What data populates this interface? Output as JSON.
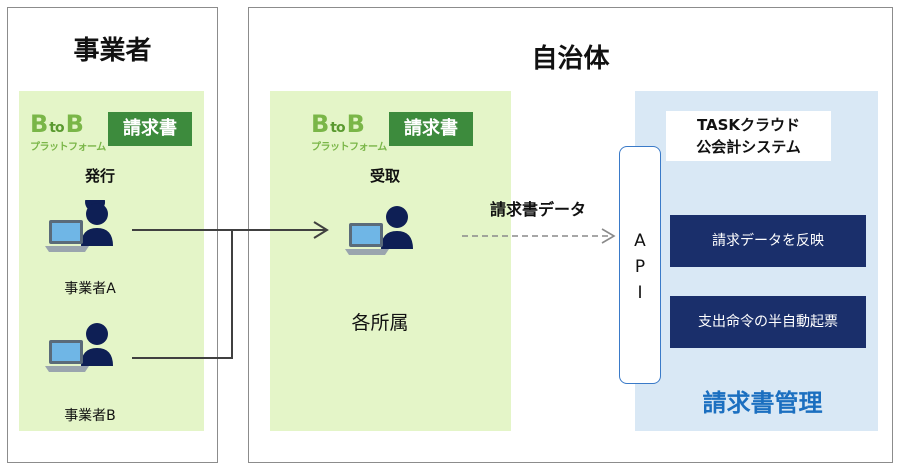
{
  "business": {
    "title": "事業者",
    "logo": {
      "b_left": "B",
      "to": "to",
      "b_right": "B",
      "platform": "プラットフォーム",
      "tag": "請求書"
    },
    "action": "発行",
    "users": [
      "事業者A",
      "事業者B"
    ]
  },
  "municipality": {
    "title": "自治体",
    "logo": {
      "b_left": "B",
      "to": "to",
      "b_right": "B",
      "platform": "プラットフォーム",
      "tag": "請求書"
    },
    "action": "受取",
    "department": "各所属",
    "data_label": "請求書データ",
    "api_letters": [
      "A",
      "P",
      "I"
    ],
    "system": {
      "title_line1": "TASKクラウド",
      "title_line2": "公会計システム",
      "function1": "請求データを反映",
      "function2": "支出命令の半自動起票",
      "management": "請求書管理"
    }
  },
  "colors": {
    "green_area": "#e4f5c8",
    "blue_area": "#d9e8f5",
    "tag_green": "#3d8b3d",
    "navy": "#1a2f6b",
    "management_blue": "#1b6fc0",
    "api_border": "#3a7ac8"
  }
}
